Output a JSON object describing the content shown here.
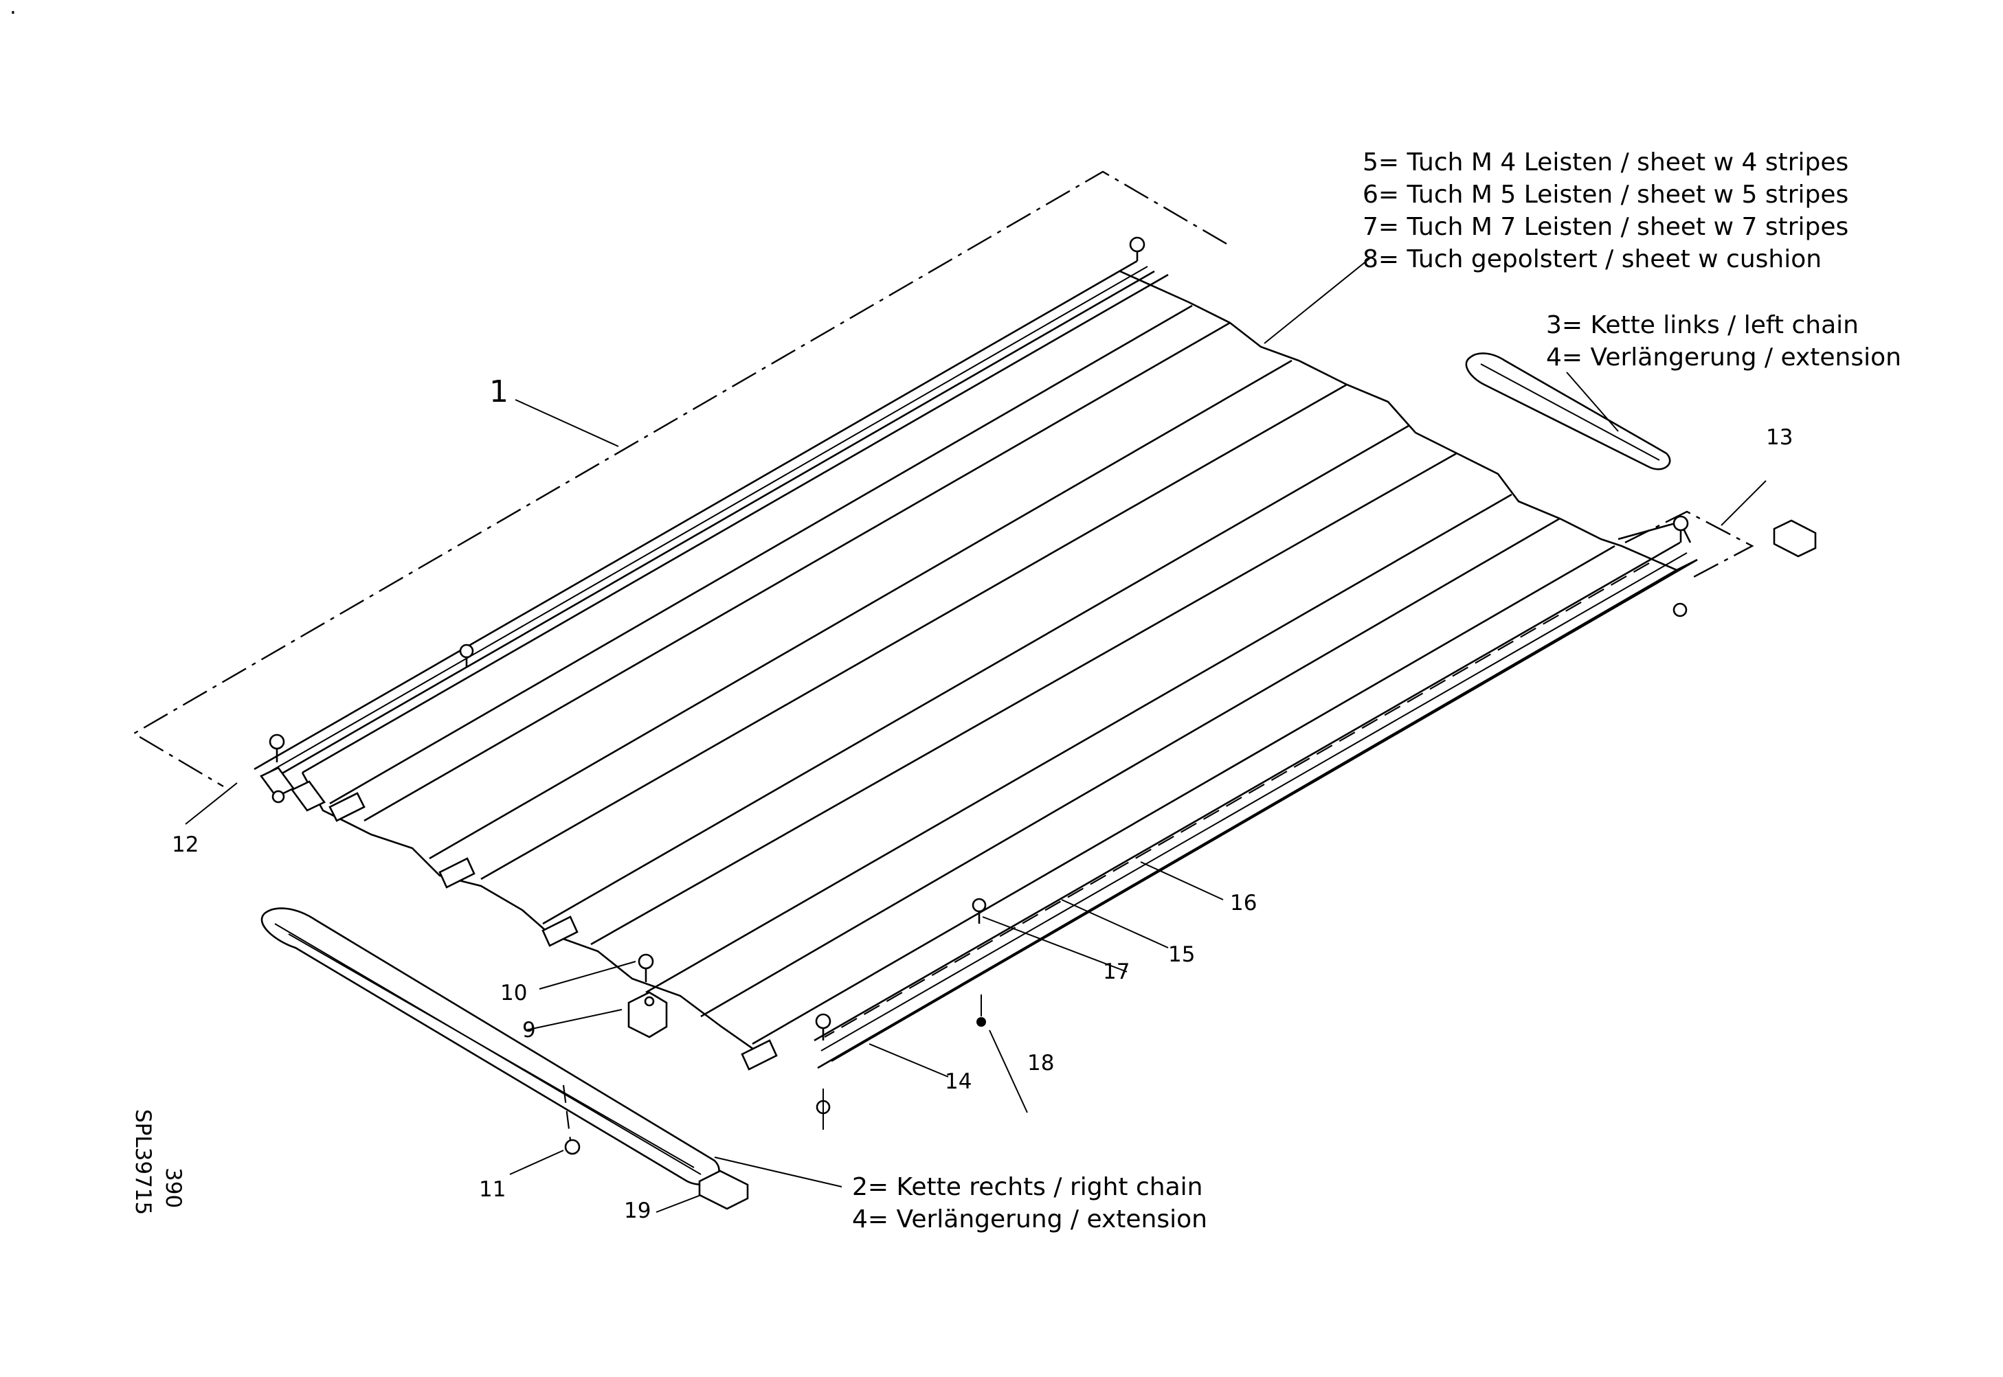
{
  "legend_top": [
    "5= Tuch M 4 Leisten / sheet w 4 stripes",
    "6= Tuch M 5 Leisten / sheet w 5 stripes",
    "7= Tuch M 7 Leisten / sheet w 7 stripes",
    "8= Tuch gepolstert  /  sheet w cushion"
  ],
  "legend_left_chain": [
    "3= Kette links / left chain",
    "4= Verlängerung / extension"
  ],
  "legend_right_chain": [
    "2= Kette rechts / right chain",
    "4= Verlängerung / extension"
  ],
  "callouts": {
    "c1": "1",
    "c9": "9",
    "c10": "10",
    "c11": "11",
    "c12": "12",
    "c13": "13",
    "c14": "14",
    "c15": "15",
    "c16": "16",
    "c17": "17",
    "c18": "18",
    "c19": "19"
  },
  "drawing_id": {
    "number": "SPL39715",
    "page": "390"
  },
  "corner_mark": "."
}
